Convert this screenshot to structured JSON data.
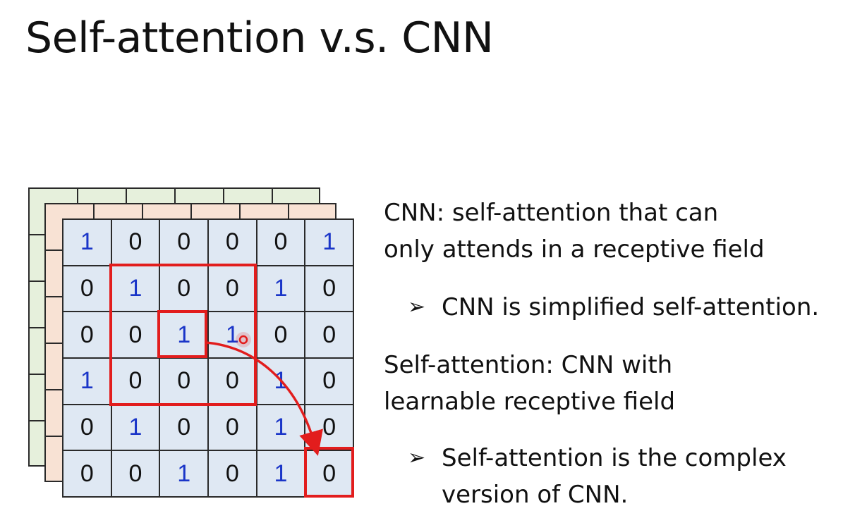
{
  "slide": {
    "title": "Self-attention v.s. CNN"
  },
  "matrix": {
    "rows": [
      [
        "1",
        "0",
        "0",
        "0",
        "0",
        "1"
      ],
      [
        "0",
        "1",
        "0",
        "0",
        "1",
        "0"
      ],
      [
        "0",
        "0",
        "1",
        "1",
        "0",
        "0"
      ],
      [
        "1",
        "0",
        "0",
        "0",
        "1",
        "0"
      ],
      [
        "0",
        "1",
        "0",
        "0",
        "1",
        "0"
      ],
      [
        "0",
        "0",
        "1",
        "0",
        "1",
        "0"
      ]
    ],
    "colors": {
      "one": "#1a35c8",
      "zero": "#111111",
      "front_layer": "#dfe8f3",
      "middle_layer": "#f8e2d4",
      "back_layer": "#e6f0dc",
      "highlight": "#e21d1d"
    }
  },
  "text": {
    "cnn_line1": "CNN: self-attention that can",
    "cnn_line2": "only attends in a receptive field",
    "bullet1": "CNN is simplified self-attention.",
    "sa_line1": "Self-attention: CNN with",
    "sa_line2": "learnable receptive field",
    "bullet2_line1": "Self-attention is the complex",
    "bullet2_line2": "version of CNN.",
    "bullet_icon": "arrowhead-bullet-icon"
  }
}
